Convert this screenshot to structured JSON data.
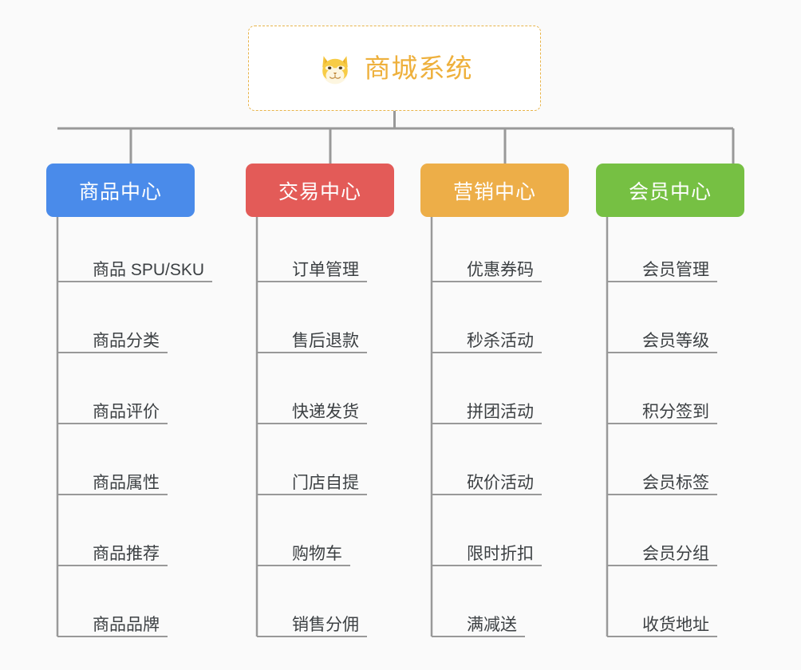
{
  "background_color": "#fafafa",
  "root": {
    "title": "商城系统",
    "icon": "shiba-dog-icon",
    "text_color": "#eeb03c",
    "border_color": "#e8b44a",
    "background": "#ffffff"
  },
  "connector_color": "#999999",
  "branches": [
    {
      "label": "商品中心",
      "color": "#4a8bea",
      "items": [
        "商品 SPU/SKU",
        "商品分类",
        "商品评价",
        "商品属性",
        "商品推荐",
        "商品品牌"
      ]
    },
    {
      "label": "交易中心",
      "color": "#e35b58",
      "items": [
        "订单管理",
        "售后退款",
        "快递发货",
        "门店自提",
        "购物车",
        "销售分佣"
      ]
    },
    {
      "label": "营销中心",
      "color": "#edae48",
      "items": [
        "优惠券码",
        "秒杀活动",
        "拼团活动",
        "砍价活动",
        "限时折扣",
        "满减送"
      ]
    },
    {
      "label": "会员中心",
      "color": "#76c043",
      "items": [
        "会员管理",
        "会员等级",
        "积分签到",
        "会员标签",
        "会员分组",
        "收货地址"
      ]
    }
  ]
}
